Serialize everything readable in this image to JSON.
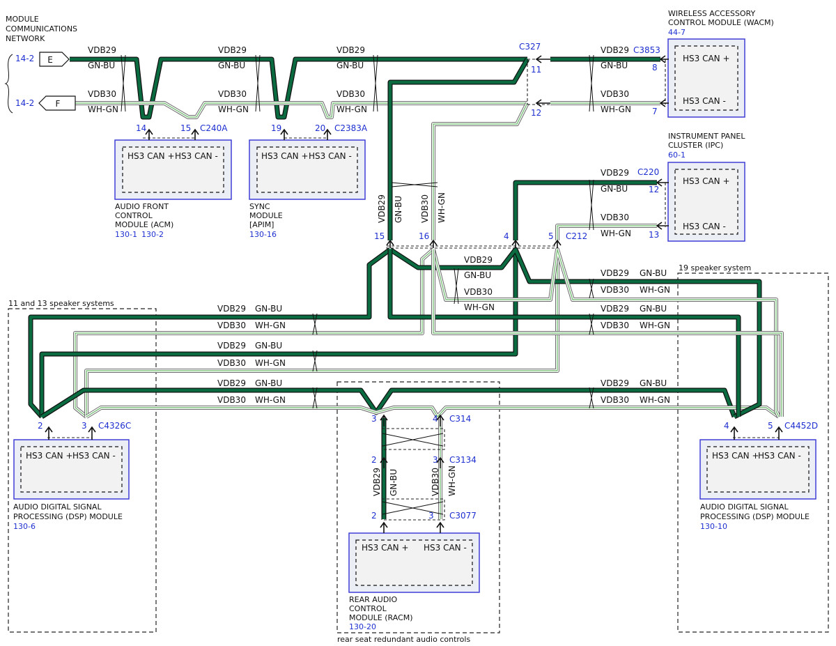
{
  "network": {
    "title_lines": [
      "MODULE",
      "COMMUNICATIONS",
      "NETWORK"
    ],
    "connector_e": {
      "ref": "14-2",
      "letter": "E"
    },
    "connector_f": {
      "ref": "14-2",
      "letter": "F"
    }
  },
  "wires": {
    "vdb29": "VDB29",
    "gnbu": "GN-BU",
    "vdb30": "VDB30",
    "whgn": "WH-GN"
  },
  "signals": {
    "can_plus": "HS3 CAN +",
    "can_minus": "HS3 CAN -"
  },
  "modules": {
    "wacm": {
      "lines": [
        "WIRELESS ACCESSORY",
        "CONTROL MODULE (WACM)"
      ],
      "ref": "44-7",
      "connector": "C3853",
      "pin_plus": "8",
      "pin_minus": "7"
    },
    "ipc": {
      "lines": [
        "INSTRUMENT PANEL",
        "CLUSTER (IPC)"
      ],
      "ref": "60-1",
      "connector": "C220",
      "pin_plus": "12",
      "pin_minus": "13"
    },
    "acm": {
      "lines": [
        "AUDIO FRONT",
        "CONTROL",
        "MODULE (ACM)"
      ],
      "ref1": "130-1",
      "ref2": "130-2",
      "connector": "C240A",
      "pin_plus": "14",
      "pin_minus": "15"
    },
    "apim": {
      "lines": [
        "SYNC",
        "MODULE",
        "[APIM]"
      ],
      "ref": "130-16",
      "connector": "C2383A",
      "pin_plus": "19",
      "pin_minus": "20"
    },
    "dsp_left": {
      "lines": [
        "AUDIO DIGITAL SIGNAL",
        "PROCESSING (DSP) MODULE"
      ],
      "ref": "130-6",
      "connector": "C4326C",
      "pin_plus": "2",
      "pin_minus": "3"
    },
    "dsp_right": {
      "lines": [
        "AUDIO DIGITAL SIGNAL",
        "PROCESSING (DSP) MODULE"
      ],
      "ref": "130-10",
      "connector": "C4452D",
      "pin_plus": "4",
      "pin_minus": "5"
    },
    "racm": {
      "lines": [
        "REAR AUDIO",
        "CONTROL",
        "MODULE (RACM)"
      ],
      "ref": "130-20",
      "connector": "C3077",
      "pin_plus": "2",
      "pin_minus": "3"
    }
  },
  "splices": {
    "c327": {
      "label": "C327",
      "pin_plus": "11",
      "pin_minus": "12"
    },
    "c212": {
      "label": "C212",
      "pin_a": "15",
      "pin_b": "16",
      "pin_c": "4",
      "pin_d": "5"
    },
    "c314": {
      "label": "C314",
      "pin_plus": "3",
      "pin_minus": "4"
    },
    "c3134": {
      "label": "C3134",
      "pin_plus": "2",
      "pin_minus": "3"
    }
  },
  "zones": {
    "left": "11 and 13 speaker systems",
    "right": "19 speaker system",
    "rear": "rear seat redundant audio controls"
  },
  "colors": {
    "can_high_wire": "#0b6b40",
    "can_low_wire": "#7dc07d",
    "module_border": "#3f3fd6",
    "ref_text": "#1d2fd0"
  }
}
